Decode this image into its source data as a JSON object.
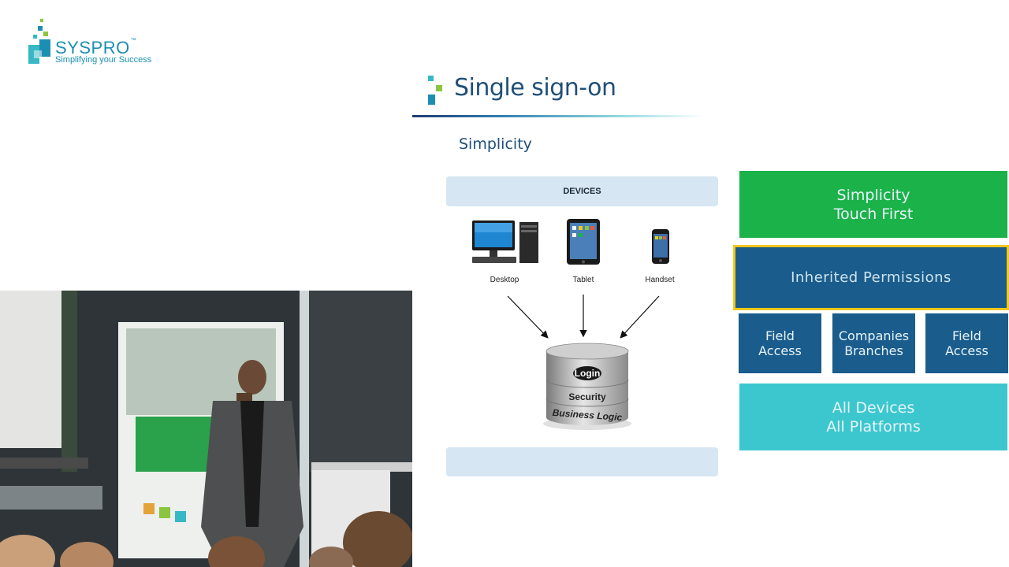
{
  "brand": {
    "name": "SYSPRO",
    "trademark": "™",
    "tagline": "Simplifying your Success"
  },
  "slide": {
    "title": "Single sign-on",
    "subtitle": "Simplicity"
  },
  "diagram": {
    "devices_header": "DEVICES",
    "devices": [
      {
        "label": "Desktop",
        "icon": "desktop-computer-icon"
      },
      {
        "label": "Tablet",
        "icon": "tablet-icon"
      },
      {
        "label": "Handset",
        "icon": "handset-icon"
      }
    ],
    "database": {
      "login": "Login",
      "security": "Security",
      "business_logic": "Business Logic"
    }
  },
  "pillars": {
    "simplicity_line1": "Simplicity",
    "simplicity_line2": "Touch First",
    "inherited": "Inherited Permissions",
    "field_access_1_line1": "Field",
    "field_access_1_line2": "Access",
    "companies_line1": "Companies",
    "companies_line2": "Branches",
    "field_access_2_line1": "Field",
    "field_access_2_line2": "Access",
    "all_devices_line1": "All Devices",
    "all_devices_line2": "All Platforms"
  },
  "colors": {
    "brand_blue": "#1b8fb3",
    "title_blue": "#1f4f78",
    "green": "#1bb24a",
    "dark_blue": "#1a5c8c",
    "highlight_yellow": "#f2c81b",
    "teal": "#3cc7cf"
  }
}
